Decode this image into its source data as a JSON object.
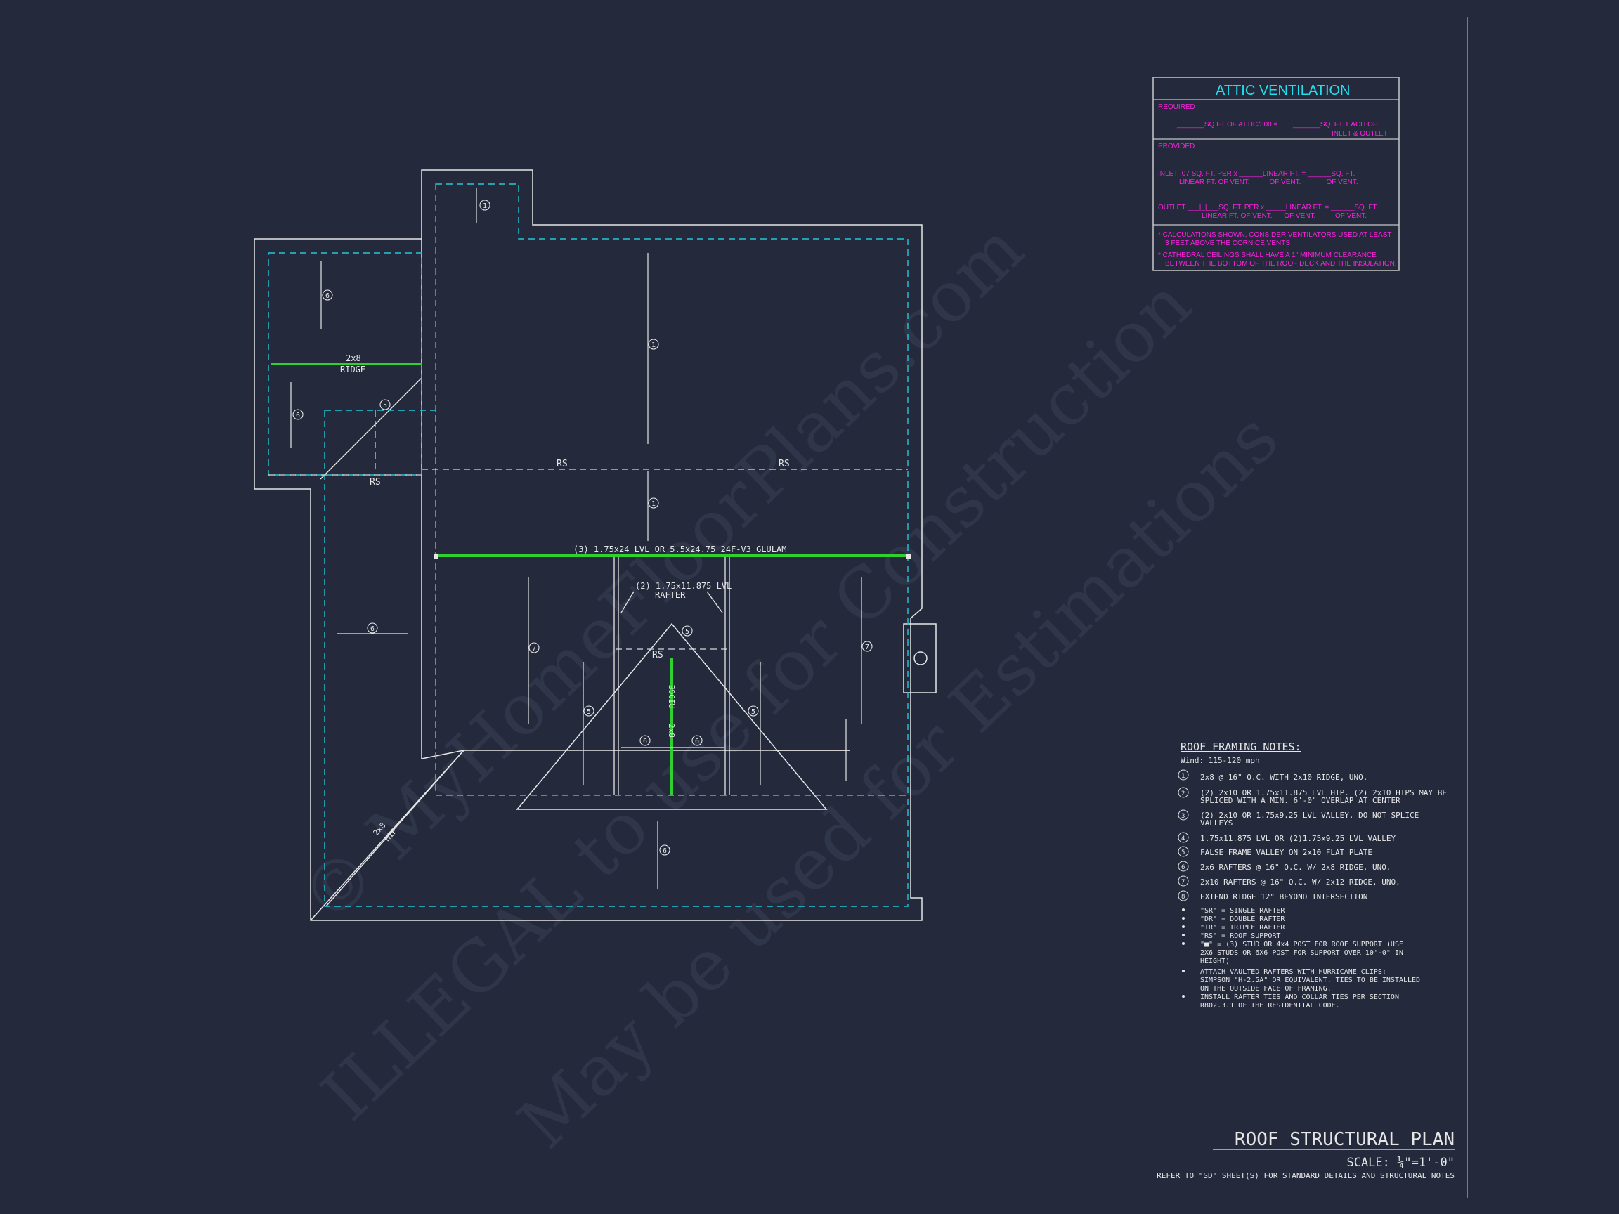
{
  "watermark": {
    "line1": "© MyHomeFloorPlans.com",
    "line2": "ILLEGAL to use for Construction",
    "line3": "May be used for Estimations"
  },
  "attic_ventilation": {
    "title": "ATTIC VENTILATION",
    "required_label": "REQUIRED",
    "required_line": "_______SQ FT OF ATTIC/300 =",
    "required_result": "_______SQ. FT. EACH OF",
    "required_result2": "INLET & OUTLET",
    "provided_label": "PROVIDED",
    "inlet_line1": "INLET .07 SQ. FT. PER x  ______LINEAR FT. =  ______SQ. FT.",
    "inlet_line2": "LINEAR FT. OF VENT.          OF VENT.             OF VENT.",
    "outlet_line1": "OUTLET  ___|_|___SQ. FT. PER x  _____LINEAR FT. =  ______SQ. FT.",
    "outlet_line2": "LINEAR FT. OF VENT.      OF VENT.          OF VENT.",
    "note1": "* CALCULATIONS SHOWN, CONSIDER VENTILATORS USED AT LEAST",
    "note1b": "3 FEET ABOVE THE CORNICE VENTS",
    "note2": "* CATHEDRAL CEILINGS SHALL HAVE A 1\" MINIMUM CLEARANCE",
    "note2b": "BETWEEN THE BOTTOM OF THE ROOF DECK AND THE INSULATION."
  },
  "plan_labels": {
    "ridge_left": "2x8",
    "ridge_left2": "RIDGE",
    "rs_left": "RS",
    "rs_mid1": "RS",
    "rs_mid2": "RS",
    "glulam": "(3) 1.75x24 LVL OR 5.5x24.75 24F-V3 GLULAM",
    "lvl_rafter1": "(2) 1.75x11.875 LVL",
    "lvl_rafter2": "RAFTER",
    "rs_center": "RS",
    "ridge_center": "2x8",
    "ridge_center2": "RIDGE",
    "hip1": "2x8",
    "hip2": "HIP",
    "tags": [
      "1",
      "6",
      "6",
      "5",
      "1",
      "1",
      "6",
      "7",
      "5",
      "5",
      "6",
      "6",
      "7",
      "5",
      "6"
    ]
  },
  "roof_framing_notes": {
    "title": "ROOF FRAMING NOTES:",
    "wind": "Wind: 115-120 mph",
    "items": [
      {
        "num": "1",
        "text": "2x8 @ 16\" O.C. WITH 2x10 RIDGE, UNO."
      },
      {
        "num": "2",
        "text": "(2) 2x10 OR 1.75x11.875 LVL HIP. (2) 2x10 HIPS MAY BE",
        "text2": "SPLICED WITH A MIN. 6'-0\" OVERLAP AT CENTER"
      },
      {
        "num": "3",
        "text": "(2) 2x10 OR 1.75x9.25 LVL VALLEY. DO NOT SPLICE",
        "text2": "VALLEYS"
      },
      {
        "num": "4",
        "text": "1.75x11.875 LVL OR (2)1.75x9.25 LVL VALLEY"
      },
      {
        "num": "5",
        "text": "FALSE FRAME VALLEY ON 2x10 FLAT PLATE"
      },
      {
        "num": "6",
        "text": "2x6 RAFTERS @ 16\" O.C. W/ 2x8 RIDGE, UNO."
      },
      {
        "num": "7",
        "text": "2x10 RAFTERS @ 16\" O.C. W/ 2x12 RIDGE, UNO."
      },
      {
        "num": "8",
        "text": "EXTEND RIDGE 12\" BEYOND INTERSECTION"
      }
    ],
    "bullets": [
      "\"SR\"  = SINGLE RAFTER",
      "\"DR\"  = DOUBLE RAFTER",
      "\"TR\"  = TRIPLE RAFTER",
      "\"RS\"  = ROOF SUPPORT"
    ],
    "bullet_post1": "\"■\" = (3) STUD OR 4x4 POST FOR ROOF SUPPORT (USE",
    "bullet_post2": "2X6 STUDS OR 6X6 POST FOR SUPPORT OVER 10'-0\" IN",
    "bullet_post3": "HEIGHT)",
    "bullet_attach1": "ATTACH VAULTED RAFTERS WITH HURRICANE CLIPS:",
    "bullet_attach2": "SIMPSON \"H-2.5A\" OR EQUIVALENT. TIES TO BE INSTALLED",
    "bullet_attach3": "ON THE OUTSIDE FACE OF FRAMING.",
    "bullet_install1": "INSTALL RAFTER TIES AND COLLAR TIES PER SECTION",
    "bullet_install2": "R802.3.1 OF THE  RESIDENTIAL CODE."
  },
  "title_block": {
    "title": "ROOF STRUCTURAL PLAN",
    "scale": "SCALE: ¼\"=1'-0\"",
    "refer": "REFER TO \"SD\" SHEET(S) FOR STANDARD DETAILS AND STRUCTURAL NOTES"
  },
  "colors": {
    "background": "#242a3c",
    "lines": "#e6e6e6",
    "dashed": "#21c8d8",
    "beam": "#2fd12f",
    "magenta": "#ff1fe0"
  }
}
